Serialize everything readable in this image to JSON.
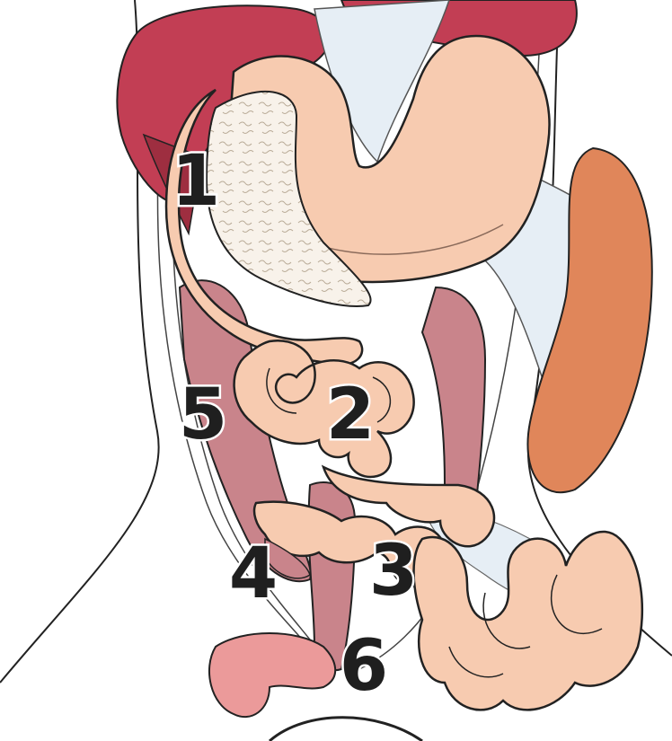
{
  "labels": [
    {
      "id": "label-1",
      "text": "1"
    },
    {
      "id": "label-2",
      "text": "2"
    },
    {
      "id": "label-3",
      "text": "3"
    },
    {
      "id": "label-4",
      "text": "4"
    },
    {
      "id": "label-5",
      "text": "5"
    },
    {
      "id": "label-6",
      "text": "6"
    }
  ],
  "colors": {
    "liver": "#c23e54",
    "liver_dark": "#9e2e40",
    "bowel": "#f7cbb0",
    "bowel_outline": "#2a2020",
    "omentum": "#f7f1e8",
    "mauve": "#c9848b",
    "spleen": "#e0865a",
    "bladder": "#eb9a9a",
    "mesentery": "#e6eef5",
    "outline": "#222222"
  }
}
